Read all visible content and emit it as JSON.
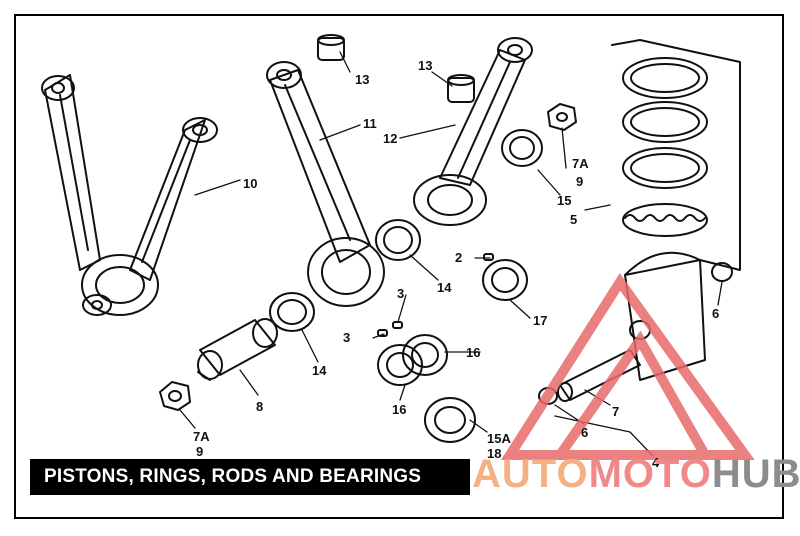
{
  "title": "PISTONS, RINGS, RODS AND BEARINGS",
  "watermark": {
    "part1": "AUTO",
    "part2": "MOTO",
    "part3": "HUB"
  },
  "callouts": {
    "c10": "10",
    "c11": "11",
    "c12": "12",
    "c13a": "13",
    "c13b": "13",
    "c14a": "14",
    "c14b": "14",
    "c15": "15",
    "c15a": "15A",
    "c16a": "16",
    "c16b": "16",
    "c17": "17",
    "c18": "18",
    "c2": "2",
    "c3a": "3",
    "c3b": "3",
    "c4": "4",
    "c5": "5",
    "c6a": "6",
    "c6b": "6",
    "c7": "7",
    "c7a_left": "7A",
    "c9_left": "9",
    "c7a_right": "7A",
    "c9_right": "9",
    "c8": "8"
  },
  "colors": {
    "ink": "#111111",
    "watermark_red": "#e86a6a",
    "watermark_gray": "#8c8c8c"
  }
}
